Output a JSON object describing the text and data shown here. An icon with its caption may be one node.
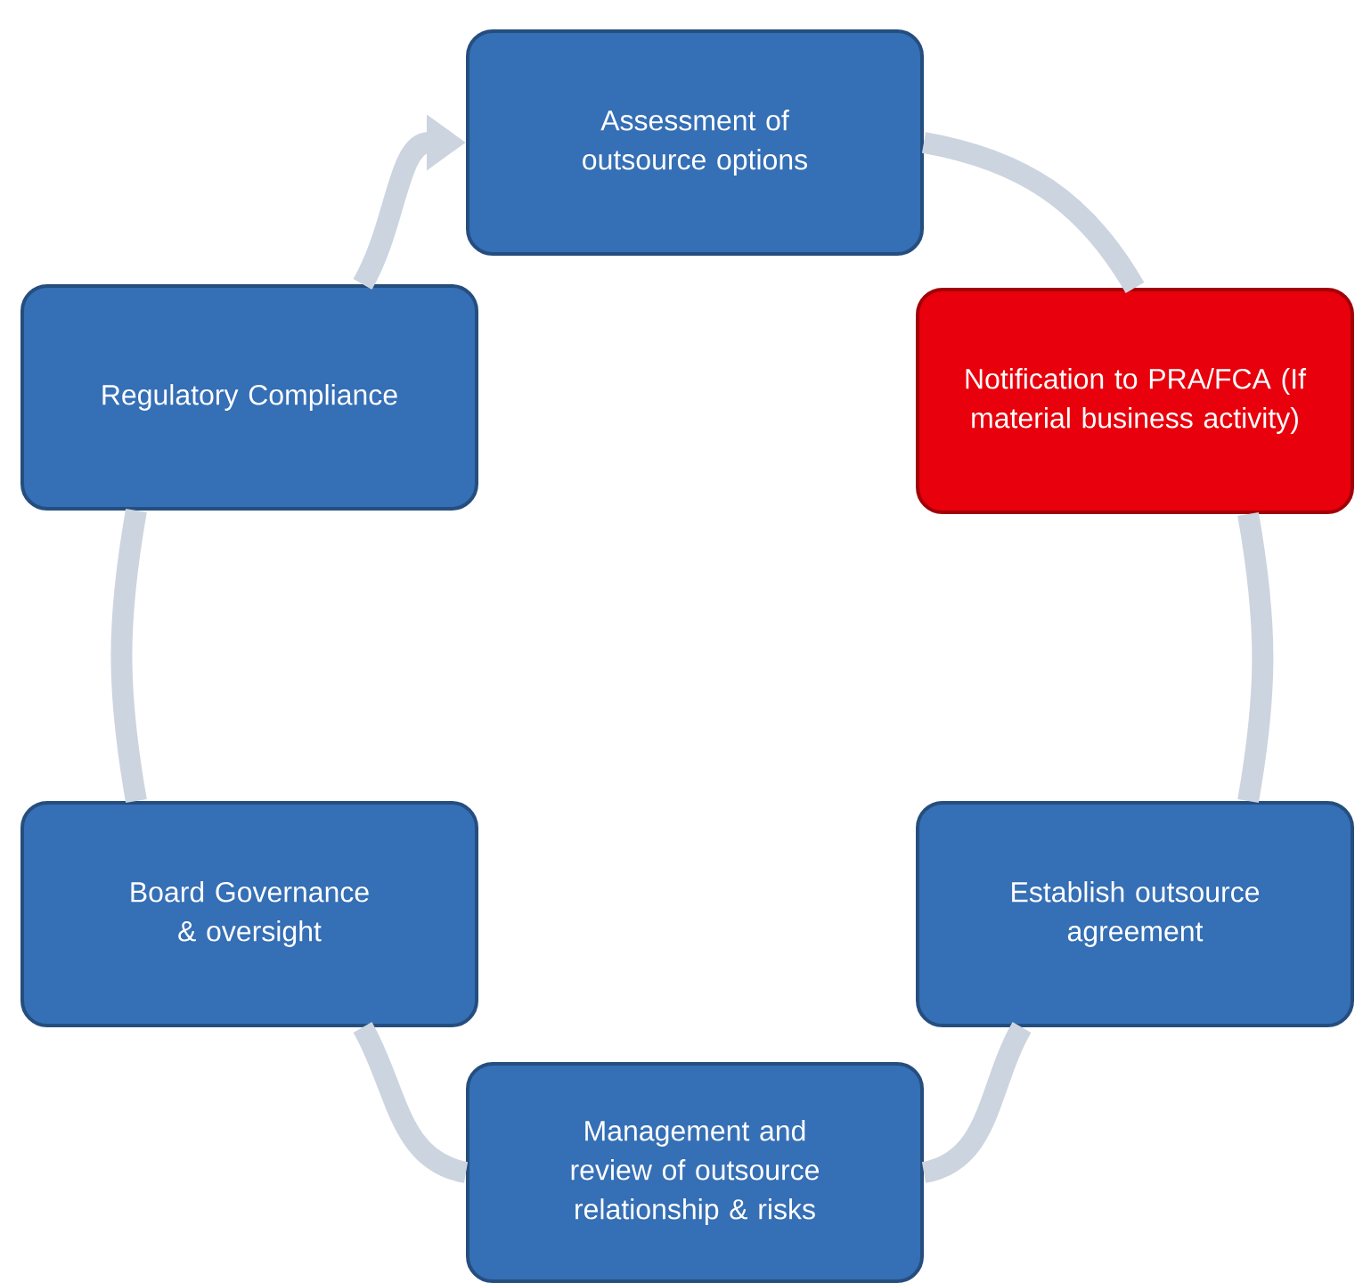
{
  "diagram": {
    "nodes": [
      {
        "text": [
          "Assessment of outsource options"
        ]
      },
      {
        "text": [
          "Notification to PRA/FCA (If material business activity)"
        ]
      },
      {
        "text": [
          "Establish outsource agreement"
        ]
      },
      {
        "text": [
          "Management and review of outsource relationship & risks"
        ]
      },
      {
        "text": [
          "Board Governance & oversight"
        ]
      },
      {
        "text": [
          "Regulatory Compliance"
        ]
      }
    ],
    "edges": [
      {
        "from": 0,
        "to": 1,
        "arrow": "none"
      },
      {
        "from": 1,
        "to": 2,
        "arrow": "none"
      },
      {
        "from": 2,
        "to": 3,
        "arrow": "none"
      },
      {
        "from": 3,
        "to": 4,
        "arrow": "none"
      },
      {
        "from": 4,
        "to": 5,
        "arrow": "none"
      },
      {
        "from": 5,
        "to": 0,
        "arrow": "to"
      }
    ]
  }
}
